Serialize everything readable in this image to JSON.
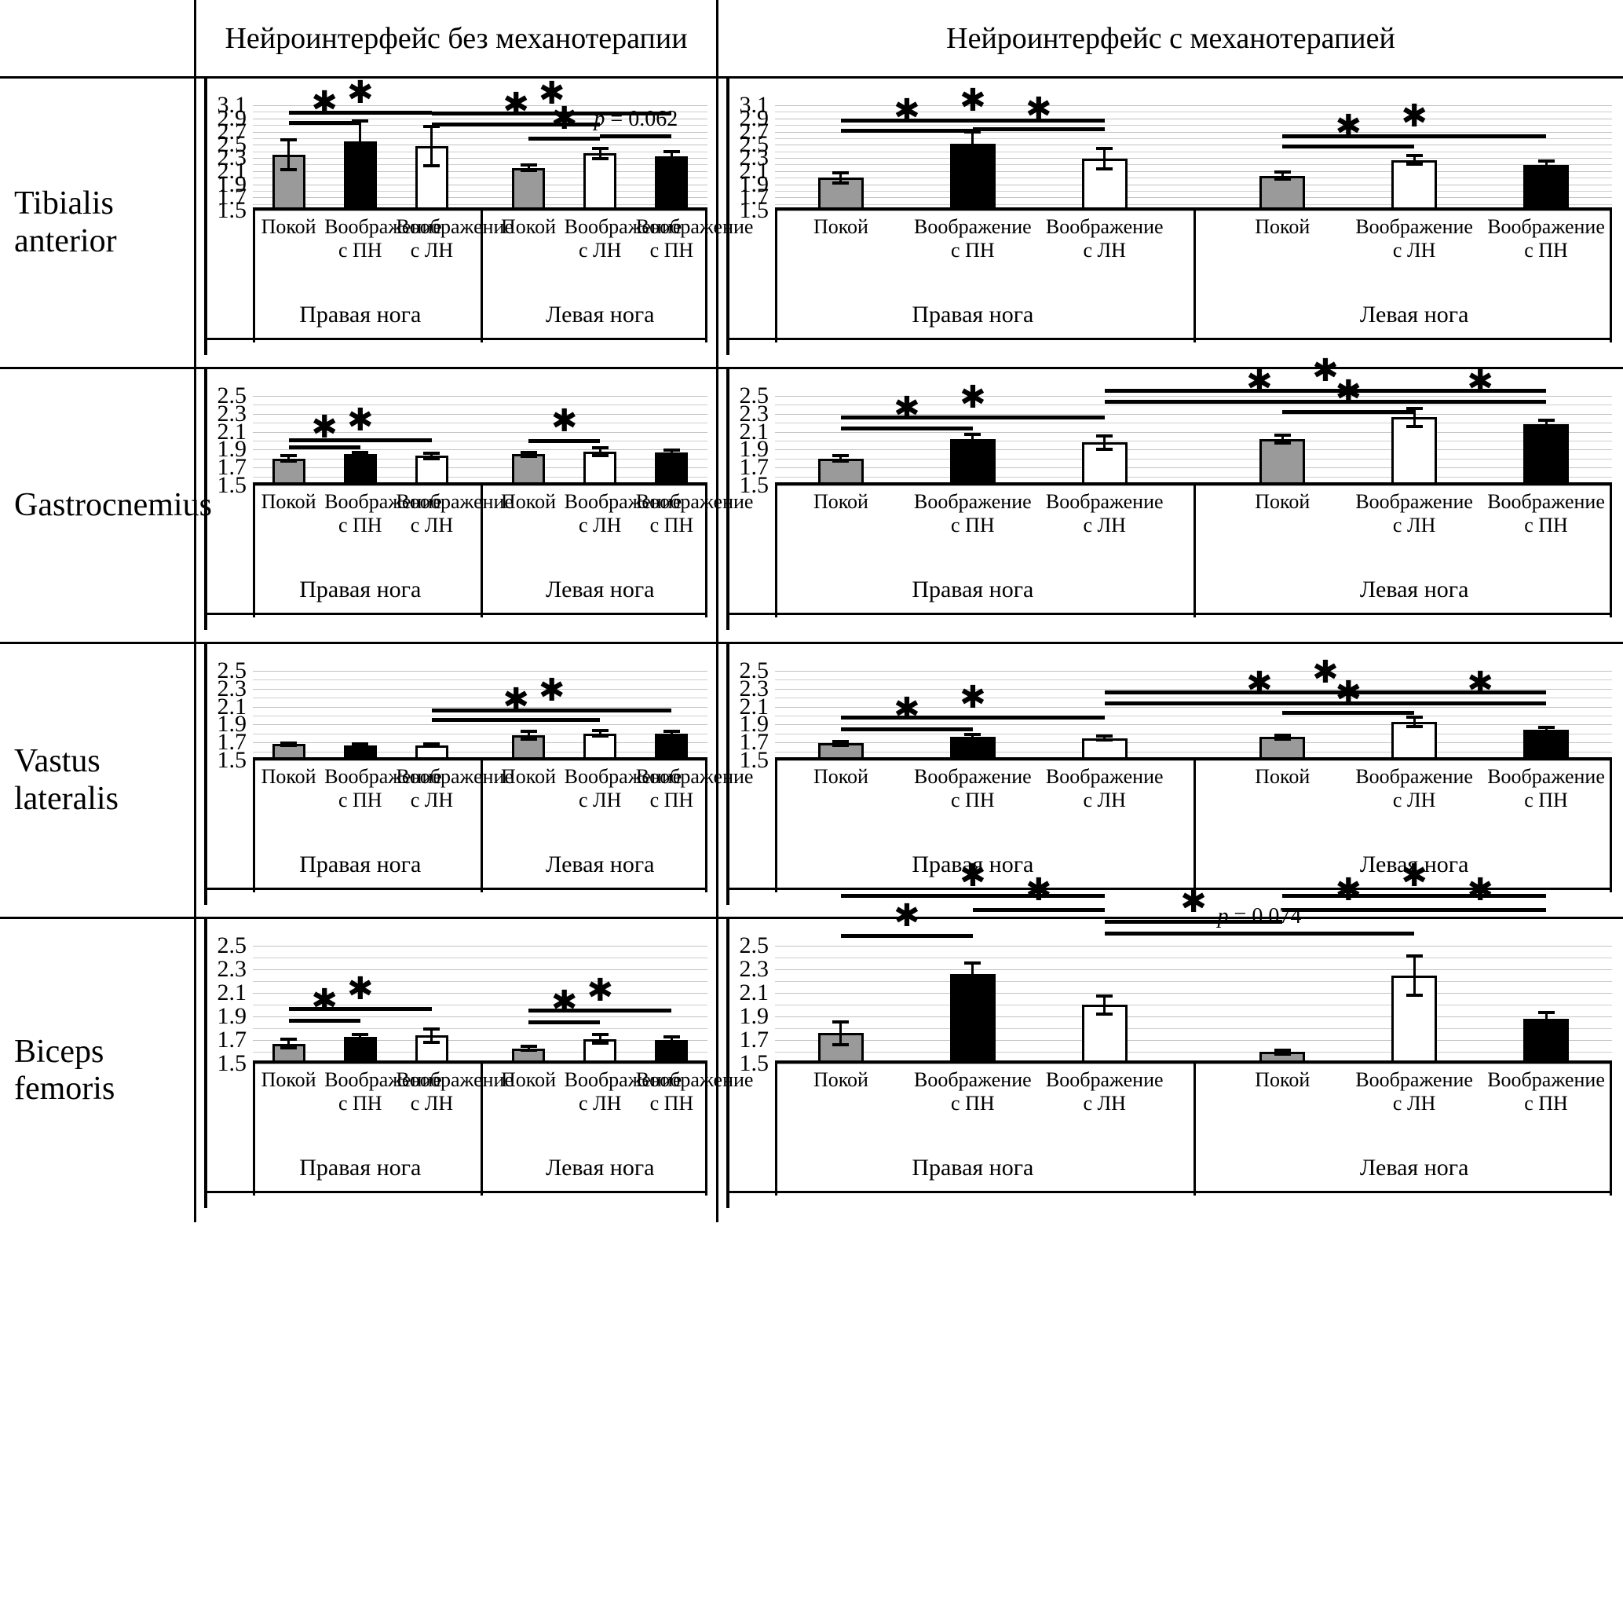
{
  "columns": [
    {
      "id": "no-mech",
      "title": "Нейроинтерфейс без механотерапии"
    },
    {
      "id": "with-mech",
      "title": "Нейроинтерфейс с механотерапией"
    }
  ],
  "rows": [
    {
      "id": "tibialis-anterior",
      "label": "Tibialis\nanterior"
    },
    {
      "id": "gastrocnemius",
      "label": "Gastrocnemius"
    },
    {
      "id": "vastus-lateralis",
      "label": "Vastus\nlateralis"
    },
    {
      "id": "biceps-femoris",
      "label": "Biceps\nfemoris"
    }
  ],
  "common": {
    "categories": [
      "Покой",
      "Воображение\nс ПН",
      "Воображение\nс ЛН"
    ],
    "categories_left_leg": [
      "Покой",
      "Воображение\nс ЛН",
      "Воображение\nс ПН"
    ],
    "groups": [
      "Правая нога",
      "Левая нога"
    ],
    "significance_marker": "✱"
  },
  "chart_data": [
    {
      "id": "tibialis-anterior-no-mech",
      "type": "bar",
      "title": "Tibialis anterior — Нейроинтерфейс без механотерапии",
      "ylim": [
        1.5,
        3.1
      ],
      "yticks": [
        1.5,
        1.7,
        1.9,
        2.1,
        2.3,
        2.5,
        2.7,
        2.9,
        3.1
      ],
      "ylabel": "",
      "xlabel": "",
      "grid": true,
      "legend": "none",
      "groups": [
        {
          "name": "Правая нога",
          "categories": [
            "Покой",
            "Воображение с ПН",
            "Воображение с ЛН"
          ],
          "values": [
            2.35,
            2.55,
            2.48
          ],
          "errors": [
            0.25,
            0.33,
            0.32
          ],
          "styles": [
            "grey",
            "black",
            "white"
          ]
        },
        {
          "name": "Левая нога",
          "categories": [
            "Покой",
            "Воображение с ЛН",
            "Воображение с ПН"
          ],
          "values": [
            2.15,
            2.37,
            2.32
          ],
          "errors": [
            0.07,
            0.1,
            0.1
          ],
          "styles": [
            "grey",
            "white",
            "black"
          ]
        }
      ],
      "annotations": [
        {
          "type": "sig",
          "from": "R-Покой",
          "to": "R-Воображение с ЛН",
          "y": 3.02,
          "label": "✱"
        },
        {
          "type": "sig",
          "from": "R-Покой",
          "to": "R-Воображение с ПН",
          "y": 2.86,
          "label": "✱"
        },
        {
          "type": "sig",
          "from": "R-Воображение с ЛН",
          "to": "L-Воображение с ПН",
          "y": 3.0,
          "label": "✱"
        },
        {
          "type": "sig",
          "from": "R-Воображение с ЛН",
          "to": "L-Воображение с ЛН",
          "y": 2.84,
          "label": "✱"
        },
        {
          "type": "sig",
          "from": "L-Покой",
          "to": "L-Воображение с ЛН",
          "y": 2.62,
          "label": "✱"
        },
        {
          "type": "pvalue",
          "from": "L-Воображение с ЛН",
          "to": "L-Воображение с ПН",
          "y": 2.66,
          "label": "p = 0.062"
        }
      ]
    },
    {
      "id": "tibialis-anterior-with-mech",
      "type": "bar",
      "title": "Tibialis anterior — Нейроинтерфейс с механотерапией",
      "ylim": [
        1.5,
        3.1
      ],
      "yticks": [
        1.5,
        1.7,
        1.9,
        2.1,
        2.3,
        2.5,
        2.7,
        2.9,
        3.1
      ],
      "grid": true,
      "groups": [
        {
          "name": "Правая нога",
          "categories": [
            "Покой",
            "Воображение с ПН",
            "Воображение с ЛН"
          ],
          "values": [
            2.0,
            2.51,
            2.29
          ],
          "errors": [
            0.1,
            0.21,
            0.18
          ],
          "styles": [
            "grey",
            "black",
            "white"
          ]
        },
        {
          "name": "Левая нога",
          "categories": [
            "Покой",
            "Воображение с ЛН",
            "Воображение с ПН"
          ],
          "values": [
            2.03,
            2.27,
            2.19
          ],
          "errors": [
            0.08,
            0.09,
            0.09
          ],
          "styles": [
            "grey",
            "white",
            "black"
          ]
        }
      ],
      "annotations": [
        {
          "type": "sig",
          "from": "R-Покой",
          "to": "R-Воображение с ЛН",
          "y": 2.9,
          "label": "✱"
        },
        {
          "type": "sig",
          "from": "R-Покой",
          "to": "R-Воображение с ПН",
          "y": 2.74,
          "label": "✱"
        },
        {
          "type": "sig",
          "from": "R-Воображение с ПН",
          "to": "R-Воображение с ЛН",
          "y": 2.76,
          "label": "✱"
        },
        {
          "type": "sig",
          "from": "L-Покой",
          "to": "L-Воображение с ПН",
          "y": 2.66,
          "label": "✱"
        },
        {
          "type": "sig",
          "from": "L-Покой",
          "to": "L-Воображение с ЛН",
          "y": 2.5,
          "label": "✱"
        }
      ]
    },
    {
      "id": "gastrocnemius-no-mech",
      "type": "bar",
      "title": "Gastrocnemius — Нейроинтерфейс без механотерапии",
      "ylim": [
        1.5,
        2.5
      ],
      "yticks": [
        1.5,
        1.7,
        1.9,
        2.1,
        2.3,
        2.5
      ],
      "grid": true,
      "groups": [
        {
          "name": "Правая нога",
          "categories": [
            "Покой",
            "Воображение с ПН",
            "Воображение с ЛН"
          ],
          "values": [
            1.8,
            1.85,
            1.83
          ],
          "errors": [
            0.05,
            0.04,
            0.05
          ],
          "styles": [
            "grey",
            "black",
            "white"
          ]
        },
        {
          "name": "Левая нога",
          "categories": [
            "Покой",
            "Воображение с ЛН",
            "Воображение с ПН"
          ],
          "values": [
            1.85,
            1.88,
            1.87
          ],
          "errors": [
            0.04,
            0.06,
            0.04
          ],
          "styles": [
            "grey",
            "white",
            "black"
          ]
        }
      ],
      "annotations": [
        {
          "type": "sig",
          "from": "R-Покой",
          "to": "R-Воображение с ЛН",
          "y": 2.03,
          "label": "✱"
        },
        {
          "type": "sig",
          "from": "R-Покой",
          "to": "R-Воображение с ПН",
          "y": 1.95,
          "label": "✱"
        },
        {
          "type": "sig",
          "from": "L-Покой",
          "to": "L-Воображение с ЛН",
          "y": 2.02,
          "label": "✱"
        }
      ]
    },
    {
      "id": "gastrocnemius-with-mech",
      "type": "bar",
      "title": "Gastrocnemius — Нейроинтерфейс с механотерапией",
      "ylim": [
        1.5,
        2.5
      ],
      "yticks": [
        1.5,
        1.7,
        1.9,
        2.1,
        2.3,
        2.5
      ],
      "grid": true,
      "groups": [
        {
          "name": "Правая нога",
          "categories": [
            "Покой",
            "Воображение с ПН",
            "Воображение с ЛН"
          ],
          "values": [
            1.8,
            2.02,
            1.98
          ],
          "errors": [
            0.05,
            0.07,
            0.09
          ],
          "styles": [
            "grey",
            "black",
            "white"
          ]
        },
        {
          "name": "Левая нога",
          "categories": [
            "Покой",
            "Воображение с ЛН",
            "Воображение с ПН"
          ],
          "values": [
            2.02,
            2.26,
            2.18
          ],
          "errors": [
            0.06,
            0.12,
            0.07
          ],
          "styles": [
            "grey",
            "white",
            "black"
          ]
        }
      ],
      "annotations": [
        {
          "type": "sig",
          "from": "R-Покой",
          "to": "R-Воображение с ЛН",
          "y": 2.28,
          "label": "✱"
        },
        {
          "type": "sig",
          "from": "R-Покой",
          "to": "R-Воображение с ПН",
          "y": 2.16,
          "label": "✱"
        },
        {
          "type": "sig",
          "from": "R-Воображение с ЛН",
          "to": "L-Воображение с ПН",
          "y": 2.58,
          "label": "✱"
        },
        {
          "type": "sig",
          "from": "R-Воображение с ЛН",
          "to": "L-Воображение с ЛН",
          "y": 2.46,
          "label": "✱"
        },
        {
          "type": "sig",
          "from": "L-Покой",
          "to": "L-Воображение с ЛН",
          "y": 2.34,
          "label": "✱"
        },
        {
          "type": "sig",
          "from": "L-Воображение с ЛН",
          "to": "L-Воображение с ПН",
          "y": 2.46,
          "label": "✱"
        }
      ]
    },
    {
      "id": "vastus-lateralis-no-mech",
      "type": "bar",
      "title": "Vastus lateralis — Нейроинтерфейс без механотерапии",
      "ylim": [
        1.5,
        2.5
      ],
      "yticks": [
        1.5,
        1.7,
        1.9,
        2.1,
        2.3,
        2.5
      ],
      "grid": true,
      "groups": [
        {
          "name": "Правая нога",
          "categories": [
            "Покой",
            "Воображение с ПН",
            "Воображение с ЛН"
          ],
          "values": [
            1.68,
            1.67,
            1.67
          ],
          "errors": [
            0.03,
            0.03,
            0.03
          ],
          "styles": [
            "grey",
            "black",
            "white"
          ]
        },
        {
          "name": "Левая нога",
          "categories": [
            "Покой",
            "Воображение с ЛН",
            "Воображение с ПН"
          ],
          "values": [
            1.78,
            1.8,
            1.8
          ],
          "errors": [
            0.06,
            0.05,
            0.04
          ],
          "styles": [
            "grey",
            "white",
            "black"
          ]
        }
      ],
      "annotations": [
        {
          "type": "sig",
          "from": "R-Воображение с ЛН",
          "to": "L-Воображение с ПН",
          "y": 2.08,
          "label": "✱"
        },
        {
          "type": "sig",
          "from": "R-Воображение с ЛН",
          "to": "L-Воображение с ЛН",
          "y": 1.97,
          "label": "✱"
        }
      ]
    },
    {
      "id": "vastus-lateralis-with-mech",
      "type": "bar",
      "title": "Vastus lateralis — Нейроинтерфейс с механотерапией",
      "ylim": [
        1.5,
        2.5
      ],
      "yticks": [
        1.5,
        1.7,
        1.9,
        2.1,
        2.3,
        2.5
      ],
      "grid": true,
      "groups": [
        {
          "name": "Правая нога",
          "categories": [
            "Покой",
            "Воображение с ПН",
            "Воображение с ЛН"
          ],
          "values": [
            1.69,
            1.76,
            1.75
          ],
          "errors": [
            0.04,
            0.05,
            0.04
          ],
          "styles": [
            "grey",
            "black",
            "white"
          ]
        },
        {
          "name": "Левая нога",
          "categories": [
            "Покой",
            "Воображение с ЛН",
            "Воображение с ПН"
          ],
          "values": [
            1.76,
            1.93,
            1.84
          ],
          "errors": [
            0.04,
            0.07,
            0.05
          ],
          "styles": [
            "grey",
            "white",
            "black"
          ]
        }
      ],
      "annotations": [
        {
          "type": "sig",
          "from": "R-Покой",
          "to": "R-Воображение с ЛН",
          "y": 2.0,
          "label": "✱"
        },
        {
          "type": "sig",
          "from": "R-Покой",
          "to": "R-Воображение с ПН",
          "y": 1.87,
          "label": "✱"
        },
        {
          "type": "sig",
          "from": "R-Воображение с ЛН",
          "to": "L-Воображение с ПН",
          "y": 2.28,
          "label": "✱"
        },
        {
          "type": "sig",
          "from": "R-Воображение с ЛН",
          "to": "L-Воображение с ЛН",
          "y": 2.16,
          "label": "✱"
        },
        {
          "type": "sig",
          "from": "L-Покой",
          "to": "L-Воображение с ЛН",
          "y": 2.05,
          "label": "✱"
        },
        {
          "type": "sig",
          "from": "L-Воображение с ЛН",
          "to": "L-Воображение с ПН",
          "y": 2.16,
          "label": "✱"
        }
      ]
    },
    {
      "id": "biceps-femoris-no-mech",
      "type": "bar",
      "title": "Biceps femoris — Нейроинтерфейс без механотерапии",
      "ylim": [
        1.5,
        2.5
      ],
      "yticks": [
        1.5,
        1.7,
        1.9,
        2.1,
        2.3,
        2.5
      ],
      "grid": true,
      "groups": [
        {
          "name": "Правая нога",
          "categories": [
            "Покой",
            "Воображение с ПН",
            "Воображение с ЛН"
          ],
          "values": [
            1.67,
            1.73,
            1.74
          ],
          "errors": [
            0.05,
            0.03,
            0.07
          ],
          "styles": [
            "grey",
            "black",
            "white"
          ]
        },
        {
          "name": "Левая нога",
          "categories": [
            "Покой",
            "Воображение с ЛН",
            "Воображение с ПН"
          ],
          "values": [
            1.63,
            1.71,
            1.7
          ],
          "errors": [
            0.03,
            0.05,
            0.04
          ],
          "styles": [
            "grey",
            "white",
            "black"
          ]
        }
      ],
      "annotations": [
        {
          "type": "sig",
          "from": "R-Покой",
          "to": "R-Воображение с ЛН",
          "y": 1.98,
          "label": "✱"
        },
        {
          "type": "sig",
          "from": "R-Покой",
          "to": "R-Воображение с ПН",
          "y": 1.88,
          "label": "✱"
        },
        {
          "type": "sig",
          "from": "L-Покой",
          "to": "L-Воображение с ПН",
          "y": 1.97,
          "label": "✱"
        },
        {
          "type": "sig",
          "from": "L-Покой",
          "to": "L-Воображение с ЛН",
          "y": 1.87,
          "label": "✱"
        }
      ]
    },
    {
      "id": "biceps-femoris-with-mech",
      "type": "bar",
      "title": "Biceps femoris — Нейроинтерфейс с механотерапией",
      "ylim": [
        1.5,
        2.5
      ],
      "yticks": [
        1.5,
        1.7,
        1.9,
        2.1,
        2.3,
        2.5
      ],
      "grid": true,
      "groups": [
        {
          "name": "Правая нога",
          "categories": [
            "Покой",
            "Воображение с ПН",
            "Воображение с ЛН"
          ],
          "values": [
            1.76,
            2.26,
            2.0
          ],
          "errors": [
            0.11,
            0.11,
            0.09
          ],
          "styles": [
            "grey",
            "black",
            "white"
          ]
        },
        {
          "name": "Левая нога",
          "categories": [
            "Покой",
            "Воображение с ЛН",
            "Воображение с ПН"
          ],
          "values": [
            1.6,
            2.25,
            1.88
          ],
          "errors": [
            0.03,
            0.18,
            0.07
          ],
          "styles": [
            "grey",
            "white",
            "black"
          ]
        }
      ],
      "annotations": [
        {
          "type": "sig",
          "from": "R-Покой",
          "to": "R-Воображение с ЛН",
          "y": 2.94,
          "label": "✱"
        },
        {
          "type": "sig",
          "from": "R-Покой",
          "to": "R-Воображение с ПН",
          "y": 2.6,
          "label": "✱"
        },
        {
          "type": "sig",
          "from": "R-Воображение с ПН",
          "to": "R-Воображение с ЛН",
          "y": 2.82,
          "label": "✱"
        },
        {
          "type": "sig",
          "from": "R-Воображение с ЛН",
          "to": "L-Покой",
          "y": 2.72,
          "label": "✱"
        },
        {
          "type": "sig",
          "from": "L-Покой",
          "to": "L-Воображение с ПН",
          "y": 2.94,
          "label": "✱"
        },
        {
          "type": "sig",
          "from": "L-Покой",
          "to": "L-Воображение с ЛН",
          "y": 2.82,
          "label": "✱"
        },
        {
          "type": "sig",
          "from": "L-Воображение с ЛН",
          "to": "L-Воображение с ПН",
          "y": 2.82,
          "label": "✱"
        },
        {
          "type": "pvalue",
          "from": "R-Воображение с ЛН",
          "to": "L-Воображение с ЛН",
          "y": 2.62,
          "label": "p = 0.074"
        }
      ]
    }
  ]
}
